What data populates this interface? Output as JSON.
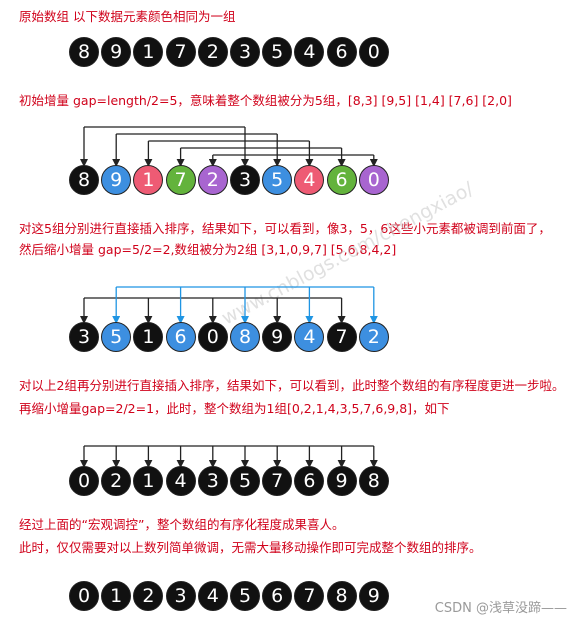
{
  "text": {
    "t1": "原始数组  以下数据元素颜色相同为一组",
    "t2": "初始增量 gap=length/2=5，意味着整个数组被分为5组，[8,3] [9,5] [1,4] [7,6] [2,0]",
    "t3": "对这5组分别进行直接插入排序，结果如下，可以看到，像3，5，6这些小元素都被调到前面了，",
    "t4": "然后缩小增量 gap=5/2=2,数组被分为2组 [3,1,0,9,7] [5,6,8,4,2]",
    "t5": "对以上2组再分别进行直接插入排序，结果如下，可以看到，此时整个数组的有序程度更进一步啦。",
    "t6": "再缩小增量gap=2/2=1，此时，整个数组为1组[0,2,1,4,3,5,7,6,9,8]，如下",
    "t7": "经过上面的“宏观调控”，整个数组的有序化程度成果喜人。",
    "t8": "此时，仅仅需要对以上数列简单微调，无需大量移动操作即可完成整个数组的排序。"
  },
  "watermark": "www.cnblogs.com/chengxiao/",
  "footer": "CSDN @浅草没蹄——",
  "colors": {
    "black": "#111111",
    "blue": "#3d8fe0",
    "pink": "#ee5b74",
    "green": "#63b33c",
    "purple": "#a865d0",
    "text_red": "#d0021b",
    "arrow_black": "#222222",
    "arrow_blue": "#1f95e3"
  },
  "rows": [
    {
      "values": [
        8,
        9,
        1,
        7,
        2,
        3,
        5,
        4,
        6,
        0
      ],
      "colors": [
        "black",
        "black",
        "black",
        "black",
        "black",
        "black",
        "black",
        "black",
        "black",
        "black"
      ]
    },
    {
      "values": [
        8,
        9,
        1,
        7,
        2,
        3,
        5,
        4,
        6,
        0
      ],
      "colors": [
        "black",
        "blue",
        "pink",
        "green",
        "purple",
        "black",
        "blue",
        "pink",
        "green",
        "purple"
      ]
    },
    {
      "values": [
        3,
        5,
        1,
        6,
        0,
        8,
        9,
        4,
        7,
        2
      ],
      "colors": [
        "black",
        "blue",
        "black",
        "blue",
        "black",
        "blue",
        "black",
        "blue",
        "black",
        "blue"
      ]
    },
    {
      "values": [
        0,
        2,
        1,
        4,
        3,
        5,
        7,
        6,
        9,
        8
      ],
      "colors": [
        "black",
        "black",
        "black",
        "black",
        "black",
        "black",
        "black",
        "black",
        "black",
        "black"
      ]
    },
    {
      "values": [
        0,
        1,
        2,
        3,
        4,
        5,
        6,
        7,
        8,
        9
      ],
      "colors": [
        "black",
        "black",
        "black",
        "black",
        "black",
        "black",
        "black",
        "black",
        "black",
        "black"
      ]
    }
  ]
}
